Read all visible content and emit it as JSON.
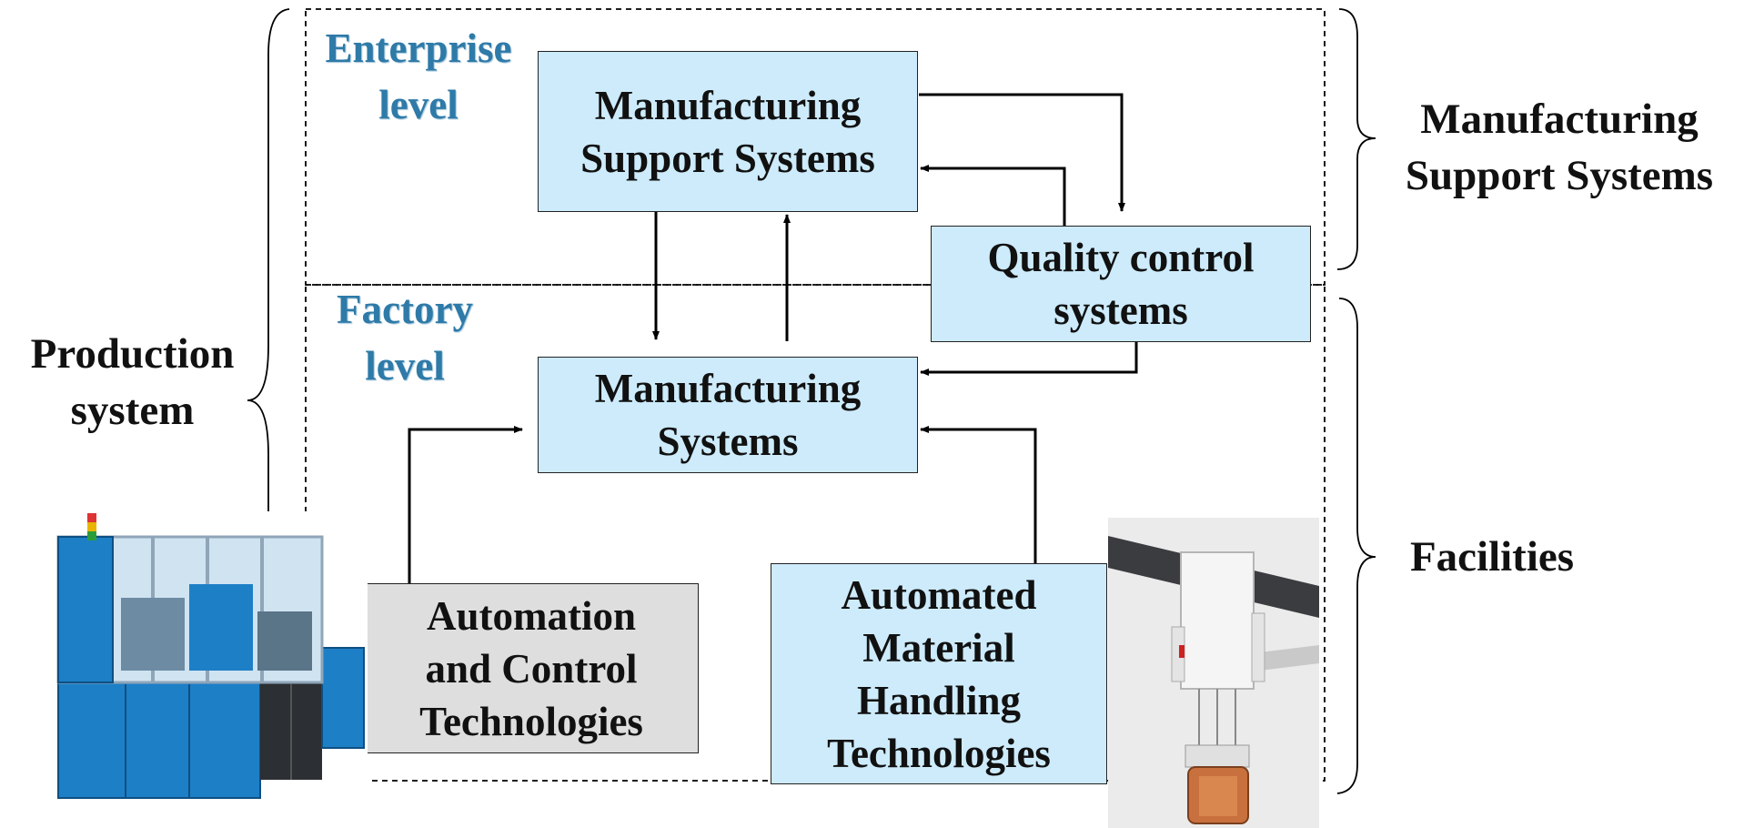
{
  "levels": {
    "enterprise": [
      "Enterprise",
      "level"
    ],
    "factory": [
      "Factory",
      "level"
    ]
  },
  "boxes": {
    "manufacturing_support": [
      "Manufacturing",
      "Support Systems"
    ],
    "quality_control": [
      "Quality control",
      "systems"
    ],
    "manufacturing_systems": [
      "Manufacturing",
      "Systems"
    ],
    "automation_control": [
      "Automation",
      "and Control",
      "Technologies"
    ],
    "material_handling": [
      "Automated",
      "Material",
      "Handling",
      "Technologies"
    ]
  },
  "side_labels": {
    "production_system": [
      "Production",
      "system"
    ],
    "manufacturing_support": [
      "Manufacturing",
      "Support Systems"
    ],
    "facilities": [
      "Facilities"
    ]
  },
  "colors": {
    "box_blue": "#cdebfb",
    "box_gray": "#dedede",
    "level_text": "#2e7aa8",
    "machine_blue": "#1d7fc6"
  },
  "images": {
    "left_photo": "automated-assembly-machine-photo",
    "right_photo": "overhead-gripper-handling-photo"
  }
}
